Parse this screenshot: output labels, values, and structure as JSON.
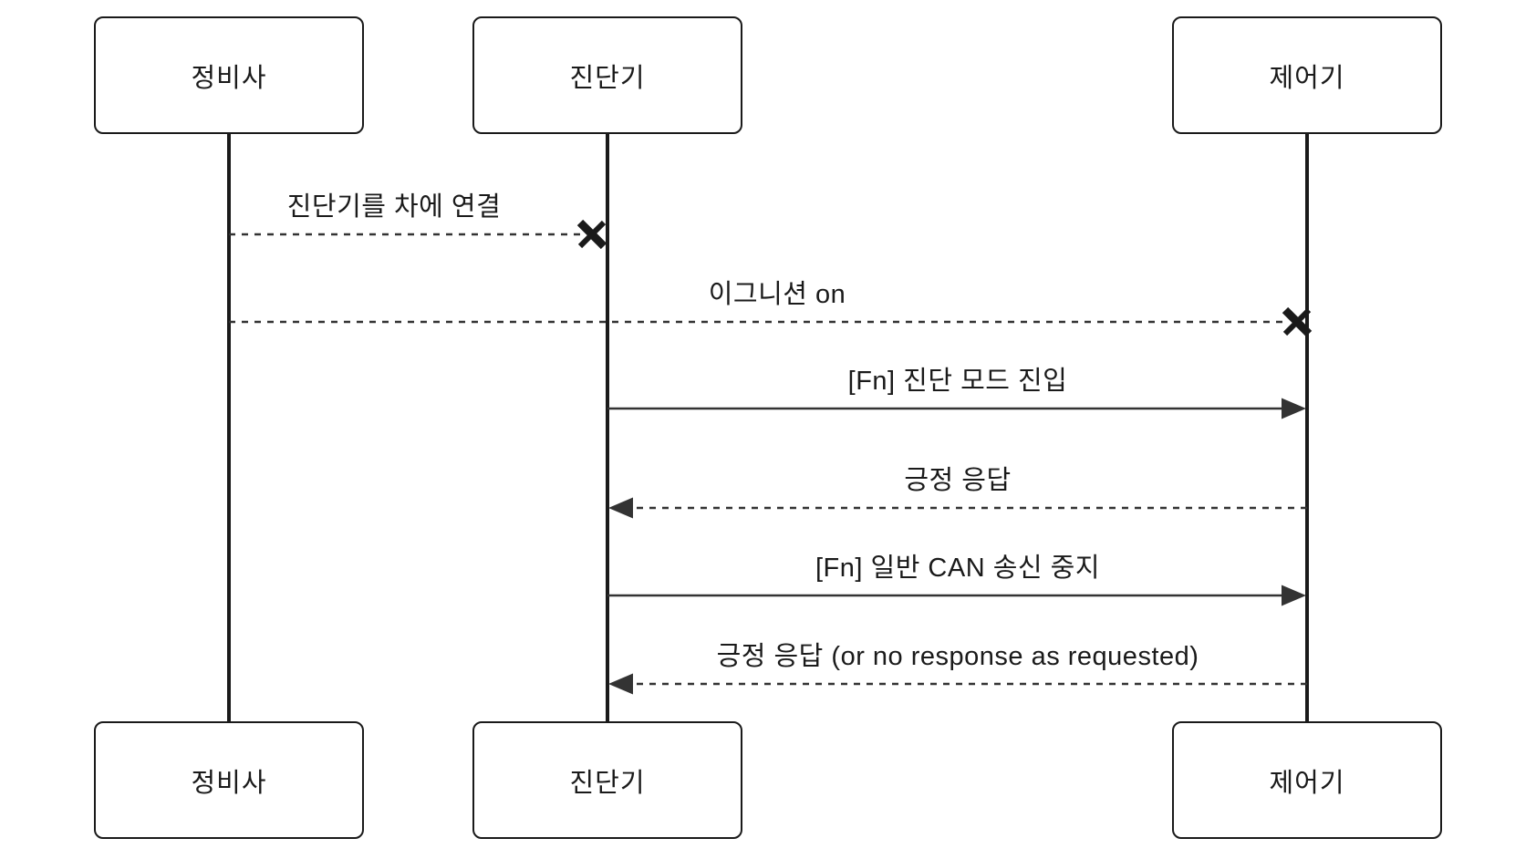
{
  "diagram_type": "sequence-diagram",
  "colors": {
    "background": "#ffffff",
    "stroke": "#1a1a1a",
    "line": "#333333",
    "text": "#1a1a1a"
  },
  "actors": [
    {
      "name": "정비사"
    },
    {
      "name": "진단기"
    },
    {
      "name": "제어기"
    }
  ],
  "messages": [
    {
      "from": "정비사",
      "to": "진단기",
      "label": "진단기를 차에 연결",
      "line_style": "dashed",
      "arrow_style": "cross"
    },
    {
      "from": "정비사",
      "to": "제어기",
      "label": "이그니션 on",
      "line_style": "dashed",
      "arrow_style": "cross"
    },
    {
      "from": "진단기",
      "to": "제어기",
      "label": "[Fn] 진단 모드 진입",
      "line_style": "solid",
      "arrow_style": "filled-arrow"
    },
    {
      "from": "제어기",
      "to": "진단기",
      "label": "긍정 응답",
      "line_style": "dashed",
      "arrow_style": "filled-arrow"
    },
    {
      "from": "진단기",
      "to": "제어기",
      "label": "[Fn] 일반 CAN 송신 중지",
      "line_style": "solid",
      "arrow_style": "filled-arrow"
    },
    {
      "from": "제어기",
      "to": "진단기",
      "label": "긍정 응답 (or no response as requested)",
      "line_style": "dashed",
      "arrow_style": "filled-arrow"
    }
  ]
}
